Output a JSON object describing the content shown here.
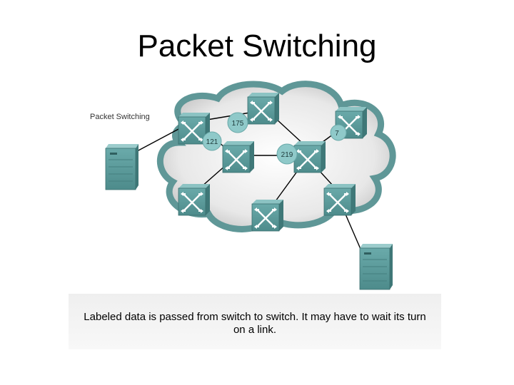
{
  "slide": {
    "title": "Packet Switching",
    "inset_label": "Packet Switching",
    "caption": "Labeled data is passed from switch to switch. It may have to wait its turn on a link."
  },
  "packets": [
    {
      "id": "packet-175",
      "label": "175"
    },
    {
      "id": "packet-121",
      "label": "121"
    },
    {
      "id": "packet-219",
      "label": "219"
    },
    {
      "id": "packet-7",
      "label": "7"
    }
  ],
  "icons": {
    "switch": "switch-icon",
    "server": "server-icon",
    "cloud": "network-cloud"
  },
  "colors": {
    "device": "#5a9c9c",
    "device_dark": "#3f7878",
    "packet": "#8fc9c9",
    "cloud_border": "#5f9797",
    "link": "#000000"
  }
}
